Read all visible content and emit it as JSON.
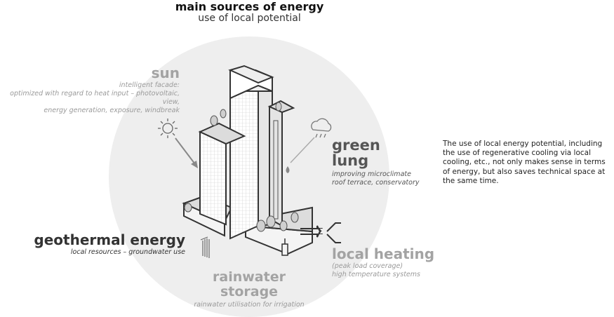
{
  "header": {
    "title": "main sources of energy",
    "subtitle": "use of local potential"
  },
  "sun": {
    "title": "sun",
    "lines": [
      "intelligent facade:",
      "optimized with regard to heat input – photovoltaic, view,",
      "energy generation, exposure, windbreak"
    ]
  },
  "green_lung": {
    "title_lines": [
      "green",
      "lung"
    ],
    "lines": [
      "improving microclimate",
      "roof terrace, conservatory"
    ]
  },
  "geothermal": {
    "title": "geothermal energy",
    "line": "local resources – groundwater use"
  },
  "local_heating": {
    "title": "local heating",
    "lines": [
      "(peak load coverage)",
      "high temperature systems"
    ]
  },
  "rainwater": {
    "title_lines": [
      "rainwater",
      "storage"
    ],
    "line": "rainwater utilisation for irrigation"
  },
  "description": {
    "lines": [
      "The use of local energy potential, including",
      "the use of regenerative cooling via local",
      "cooling, etc., not only makes sense in terms",
      "of energy, but also saves technical space at",
      "the same time."
    ]
  },
  "colors": {
    "circle": "#eeeeee",
    "dark_text": "#333333",
    "light_text": "#9a9a9a"
  }
}
